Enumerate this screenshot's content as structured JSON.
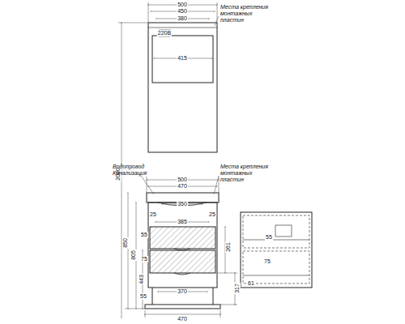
{
  "diagram": {
    "labels": [
      "500",
      "450",
      "380",
      "220В",
      "Места крепления монтажных пластин",
      "415",
      "2000",
      "Водопровод Канализация",
      "Места крепления монтажных пластин",
      "500",
      "470",
      "350",
      "25",
      "25",
      "385",
      "55",
      "261",
      "75",
      "850",
      "805",
      "443",
      "55",
      "370",
      "317",
      "470",
      "55",
      "75",
      "61"
    ]
  }
}
